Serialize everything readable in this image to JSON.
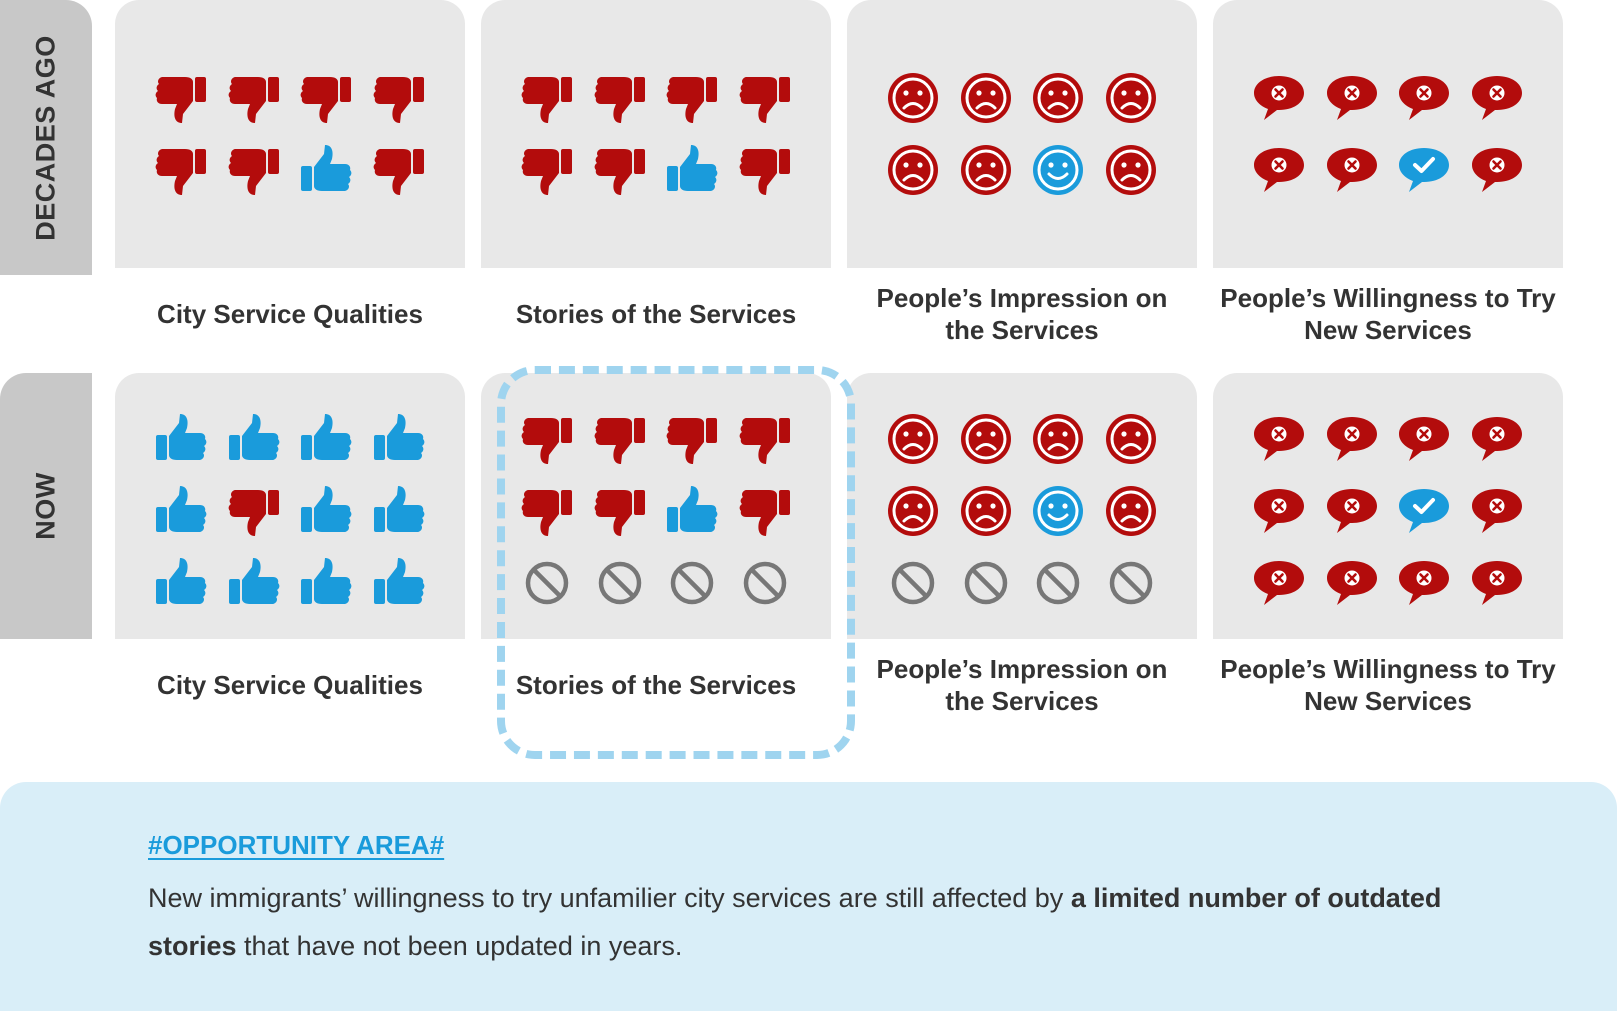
{
  "rows": [
    {
      "label": "DECADES AGO",
      "panels": [
        {
          "caption": "City Service Qualities",
          "icons": [
            "thumbs-down",
            "thumbs-down",
            "thumbs-down",
            "thumbs-down",
            "thumbs-down",
            "thumbs-down",
            "thumbs-up",
            "thumbs-down"
          ]
        },
        {
          "caption": "Stories of the Services",
          "icons": [
            "thumbs-down",
            "thumbs-down",
            "thumbs-down",
            "thumbs-down",
            "thumbs-down",
            "thumbs-down",
            "thumbs-up",
            "thumbs-down"
          ]
        },
        {
          "caption": "People’s Impression on the Services",
          "icons": [
            "sad-face",
            "sad-face",
            "sad-face",
            "sad-face",
            "sad-face",
            "sad-face",
            "happy-face",
            "sad-face"
          ]
        },
        {
          "caption": "People’s Willingness to Try New Services",
          "icons": [
            "bubble-x",
            "bubble-x",
            "bubble-x",
            "bubble-x",
            "bubble-x",
            "bubble-x",
            "bubble-check",
            "bubble-x"
          ]
        }
      ]
    },
    {
      "label": "NOW",
      "panels": [
        {
          "caption": "City Service Qualities",
          "icons": [
            "thumbs-up",
            "thumbs-up",
            "thumbs-up",
            "thumbs-up",
            "thumbs-up",
            "thumbs-down",
            "thumbs-up",
            "thumbs-up",
            "thumbs-up",
            "thumbs-up",
            "thumbs-up",
            "thumbs-up"
          ]
        },
        {
          "caption": "Stories of the Services",
          "icons": [
            "thumbs-down",
            "thumbs-down",
            "thumbs-down",
            "thumbs-down",
            "thumbs-down",
            "thumbs-down",
            "thumbs-up",
            "thumbs-down",
            "no-sign",
            "no-sign",
            "no-sign",
            "no-sign"
          ]
        },
        {
          "caption": "People’s Impression on the Services",
          "icons": [
            "sad-face",
            "sad-face",
            "sad-face",
            "sad-face",
            "sad-face",
            "sad-face",
            "happy-face",
            "sad-face",
            "no-sign",
            "no-sign",
            "no-sign",
            "no-sign"
          ]
        },
        {
          "caption": "People’s Willingness to Try New Services",
          "icons": [
            "bubble-x",
            "bubble-x",
            "bubble-x",
            "bubble-x",
            "bubble-x",
            "bubble-x",
            "bubble-check",
            "bubble-x",
            "bubble-x",
            "bubble-x",
            "bubble-x",
            "bubble-x"
          ]
        }
      ]
    }
  ],
  "opportunity": {
    "title": "#OPPORTUNITY AREA#",
    "text_before": "New immigrants’ willingness to try unfamilier city services are still affected by ",
    "text_bold1": "a limited number of outdated stories",
    "text_after": " that have not been updated in years."
  },
  "colors": {
    "negative": "#b30c0c",
    "positive": "#1a9bdb",
    "neutral": "#777777"
  }
}
